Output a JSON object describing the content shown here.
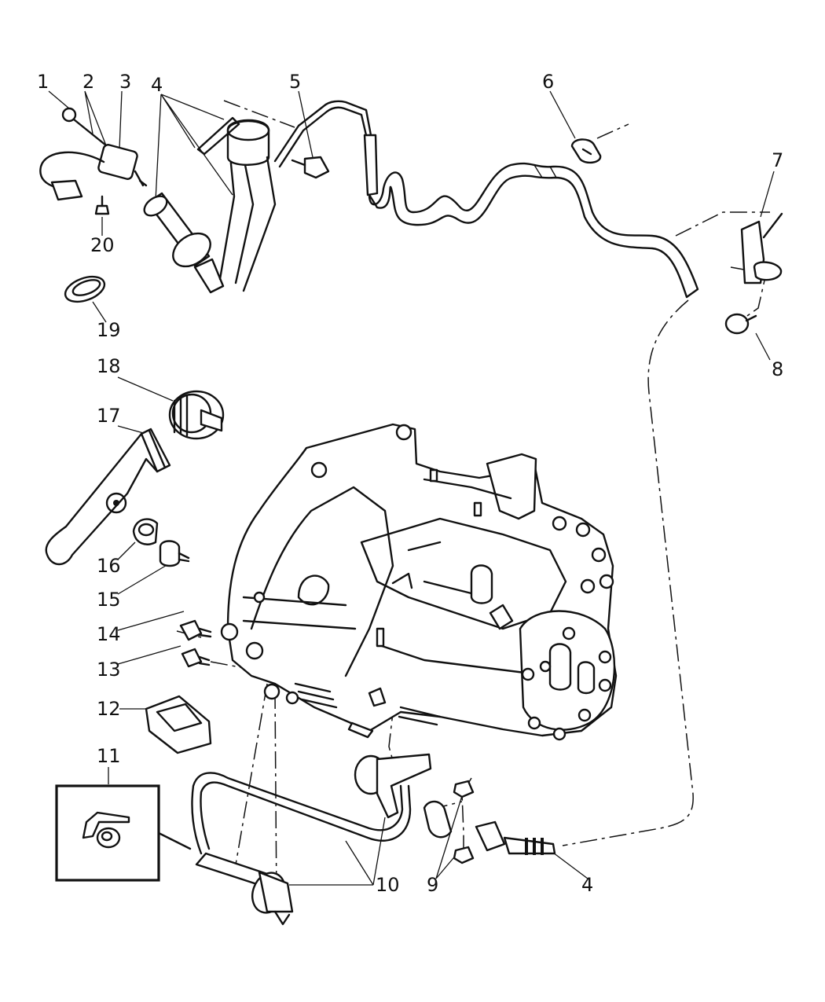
{
  "callouts": [
    {
      "id": "c1",
      "text": "1",
      "target": "part-1"
    },
    {
      "id": "c2",
      "text": "2",
      "target": "part-2"
    },
    {
      "id": "c3",
      "text": "3",
      "target": "part-3"
    },
    {
      "id": "c4a",
      "text": "4",
      "target": "part-4"
    },
    {
      "id": "c5",
      "text": "5",
      "target": "part-5"
    },
    {
      "id": "c6",
      "text": "6",
      "target": "part-6"
    },
    {
      "id": "c7",
      "text": "7",
      "target": "part-7"
    },
    {
      "id": "c8",
      "text": "8",
      "target": "part-8"
    },
    {
      "id": "c20",
      "text": "20",
      "target": "part-20"
    },
    {
      "id": "c19",
      "text": "19",
      "target": "part-19"
    },
    {
      "id": "c18",
      "text": "18",
      "target": "part-18"
    },
    {
      "id": "c17",
      "text": "17",
      "target": "part-17"
    },
    {
      "id": "c16",
      "text": "16",
      "target": "part-16"
    },
    {
      "id": "c15",
      "text": "15",
      "target": "part-15"
    },
    {
      "id": "c14",
      "text": "14",
      "target": "part-14"
    },
    {
      "id": "c13",
      "text": "13",
      "target": "part-13"
    },
    {
      "id": "c12",
      "text": "12",
      "target": "part-12"
    },
    {
      "id": "c11",
      "text": "11",
      "target": "part-11"
    },
    {
      "id": "c10",
      "text": "10",
      "target": "part-10"
    },
    {
      "id": "c9",
      "text": "9",
      "target": "part-9"
    },
    {
      "id": "c4b",
      "text": "4",
      "target": "part-4"
    }
  ],
  "colors": {
    "ink": "#111111",
    "paper": "#ffffff"
  }
}
